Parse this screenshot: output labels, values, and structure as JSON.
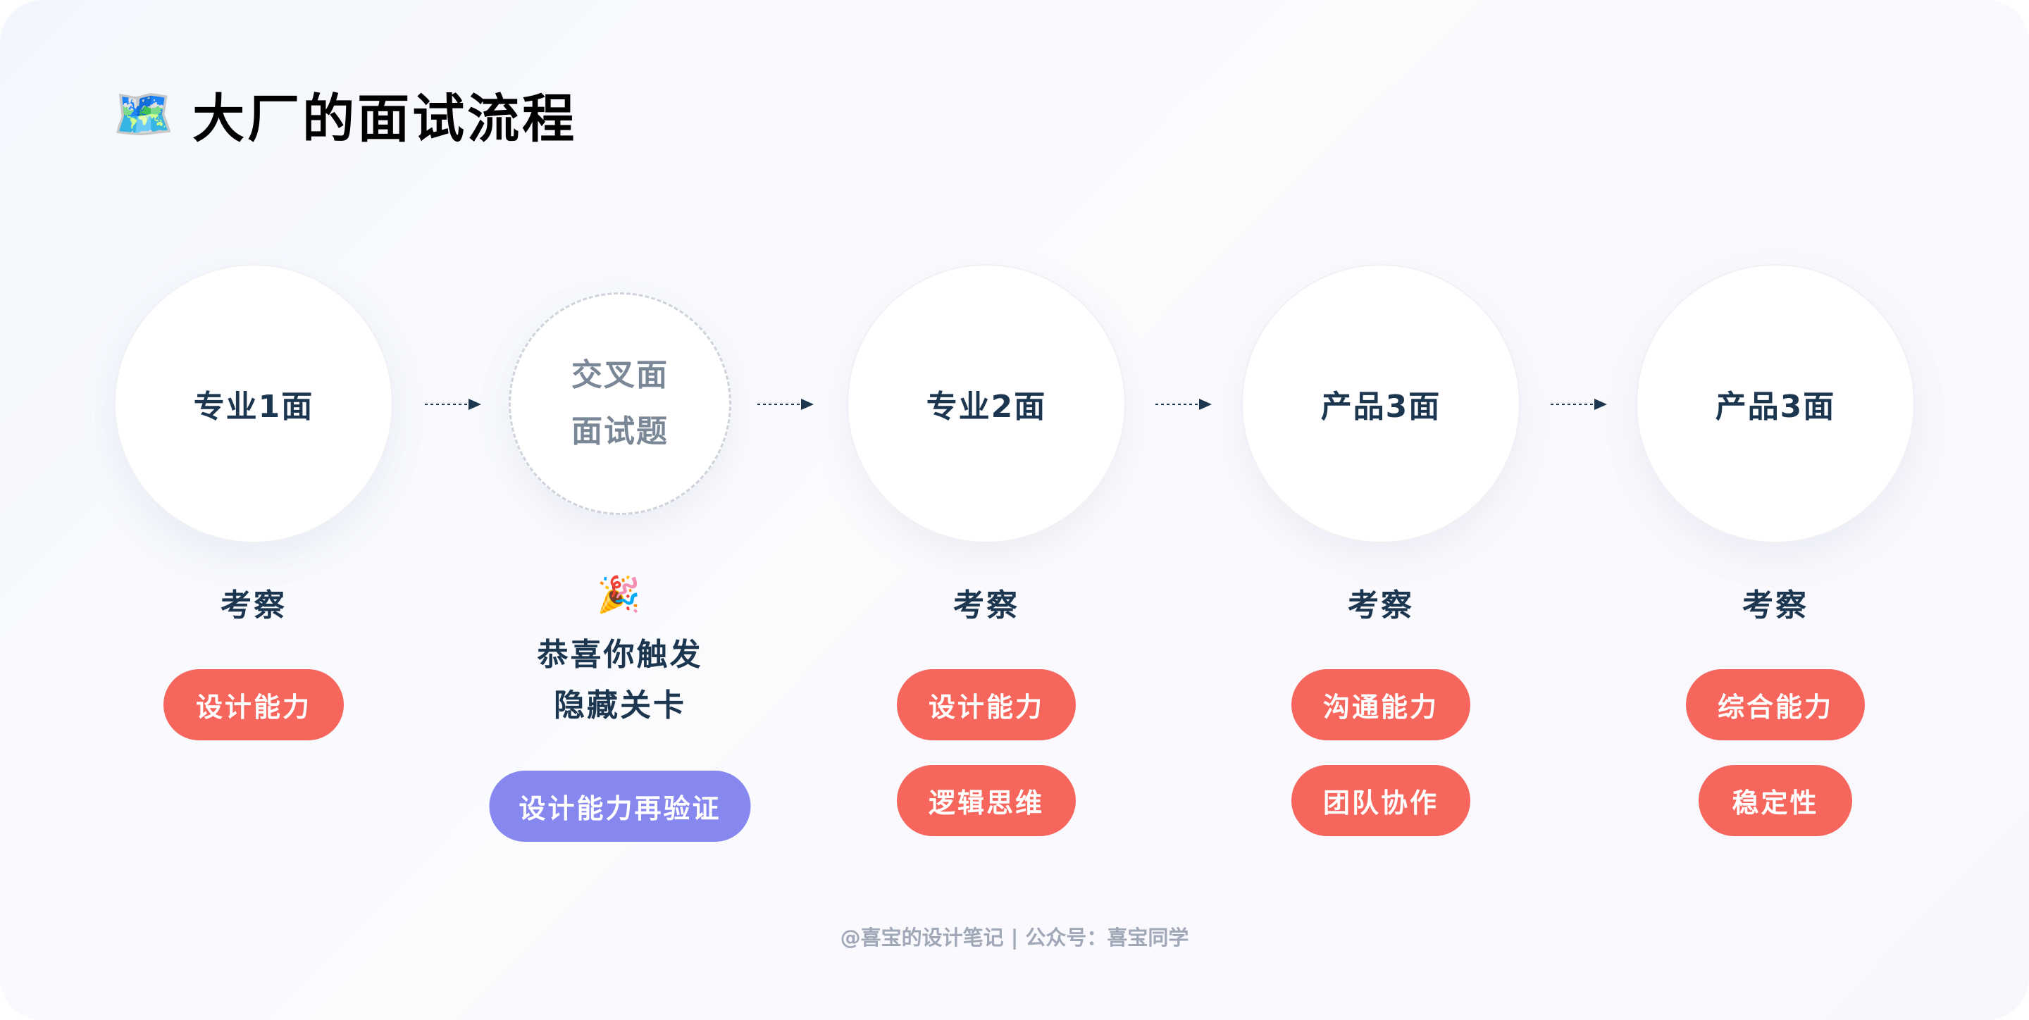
{
  "title": {
    "emoji": "🗺️",
    "text": "大厂的面试流程",
    "icon": "world-map-icon"
  },
  "colors": {
    "text_dark": "#1c3650",
    "pill_red": "#f7665c",
    "pill_purple": "#8687ef",
    "muted": "#7a8796"
  },
  "stages": [
    {
      "name": "专业1面",
      "label": "考察",
      "tags": [
        "设计能力"
      ]
    },
    {
      "name_lines": [
        "交叉面",
        "面试题"
      ],
      "celebration_icon": "🎉",
      "message_lines": [
        "恭喜你触发",
        "隐藏关卡"
      ],
      "tags": [
        "设计能力再验证"
      ]
    },
    {
      "name": "专业2面",
      "label": "考察",
      "tags": [
        "设计能力",
        "逻辑思维"
      ]
    },
    {
      "name": "产品3面",
      "label": "考察",
      "tags": [
        "沟通能力",
        "团队协作"
      ]
    },
    {
      "name": "产品3面",
      "label": "考察",
      "tags": [
        "综合能力",
        "稳定性"
      ]
    }
  ],
  "footer": "@喜宝的设计笔记 | 公众号：喜宝同学"
}
